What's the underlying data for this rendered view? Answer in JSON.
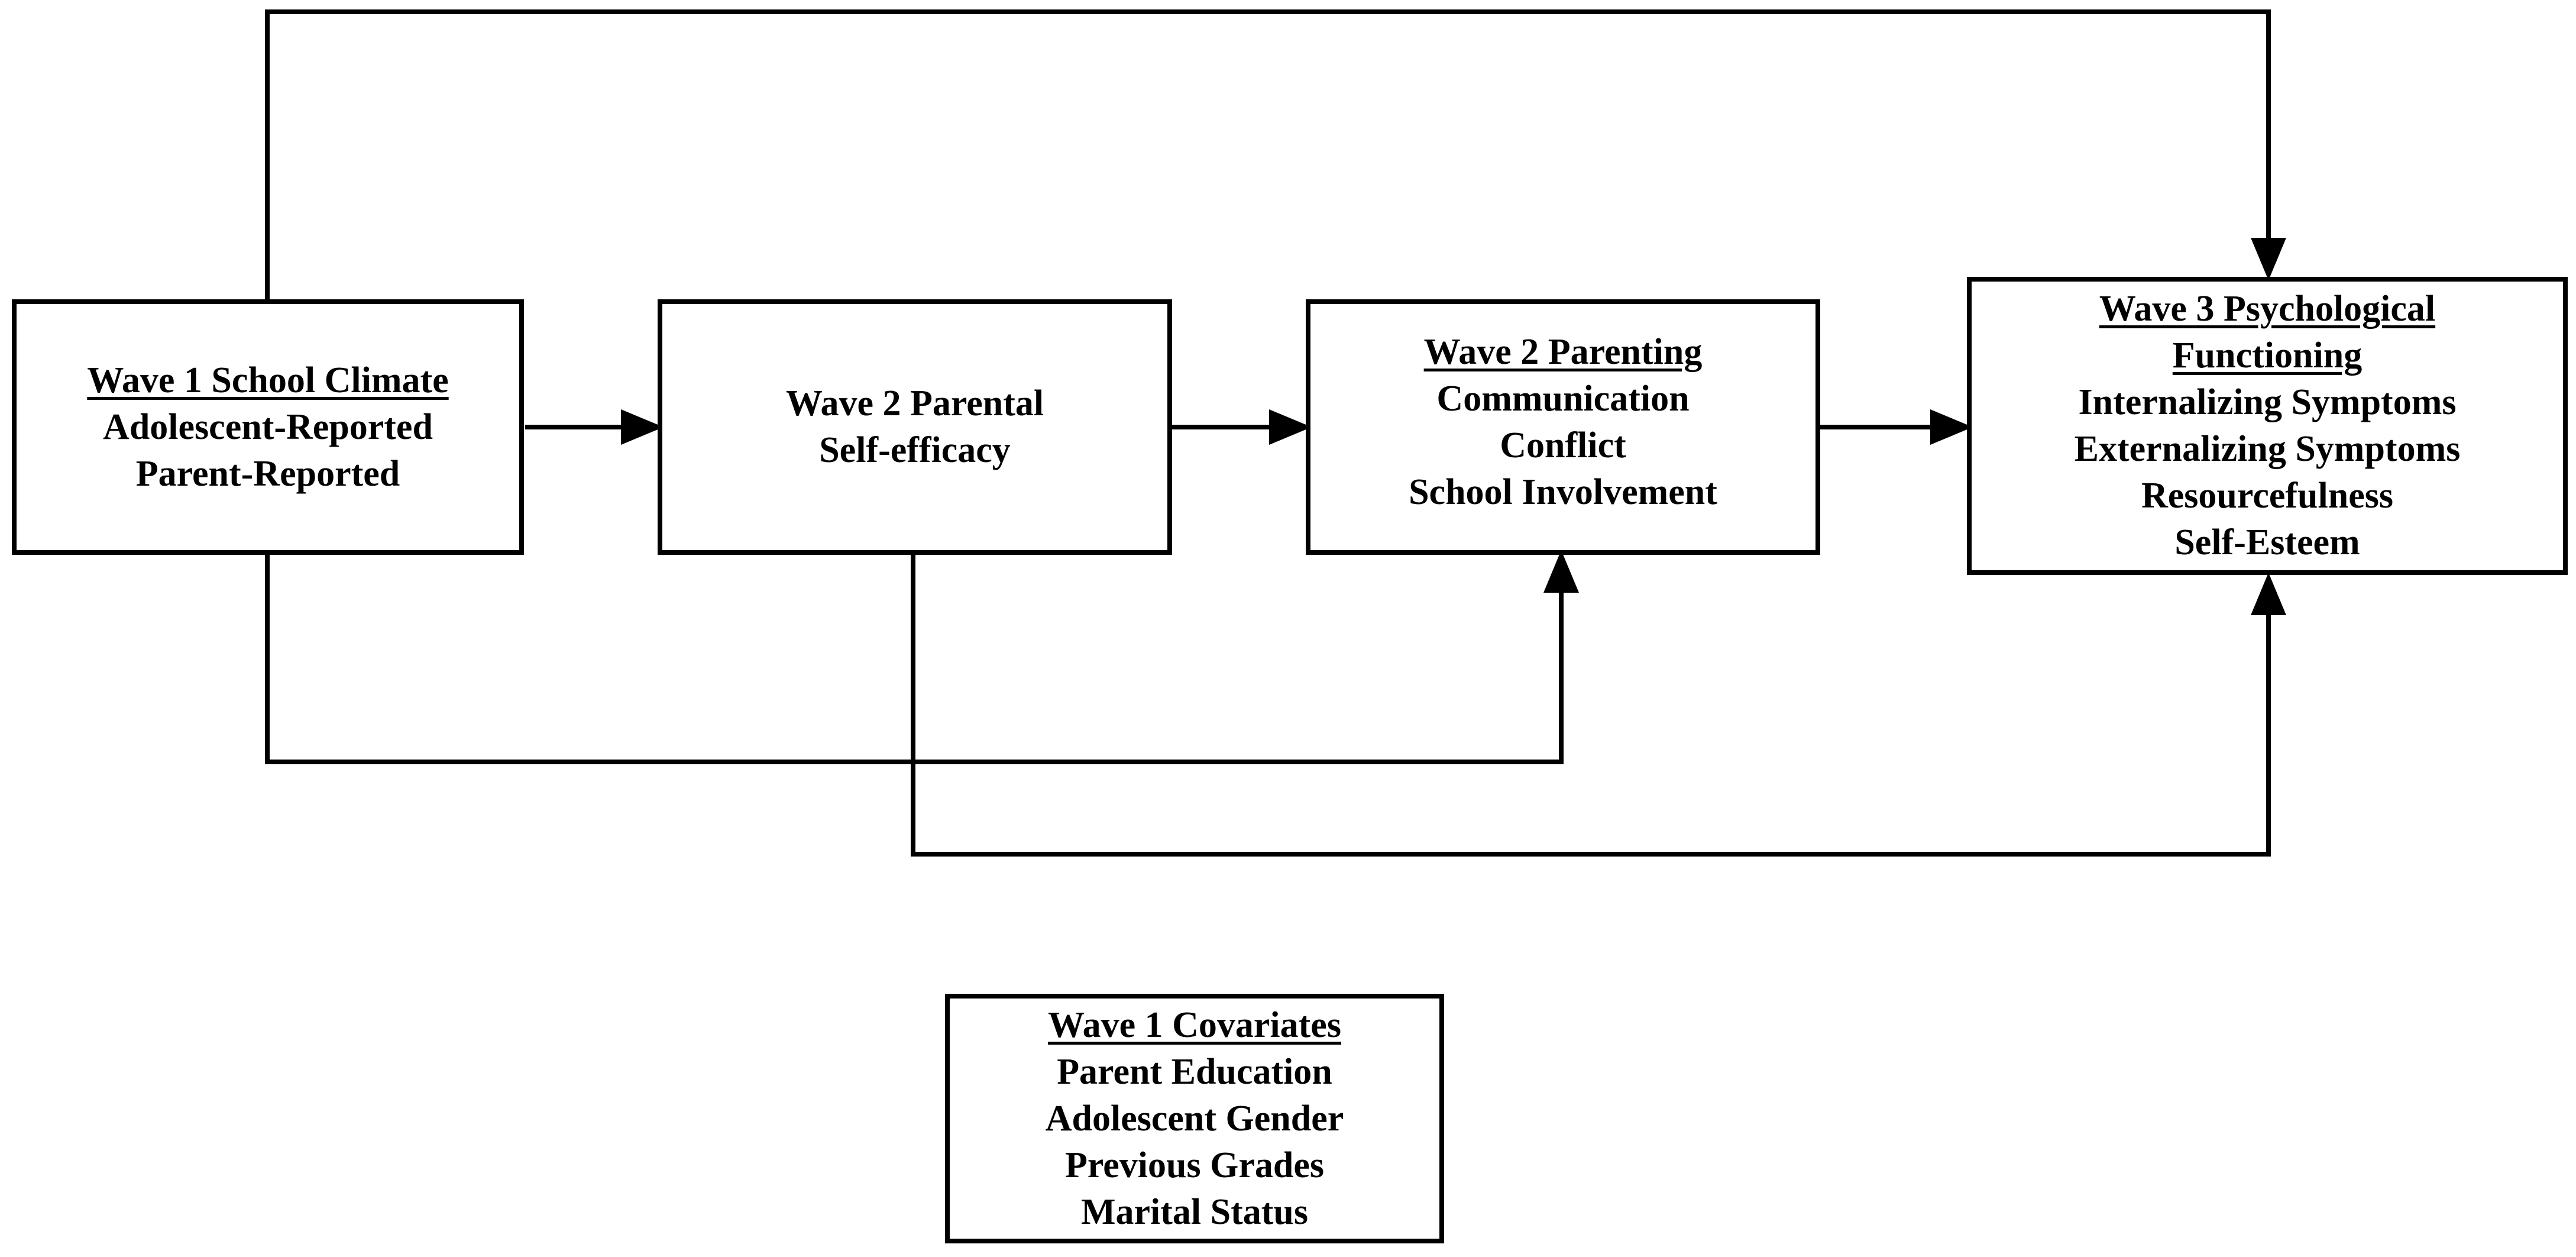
{
  "diagram": {
    "boxes": {
      "school_climate": {
        "heading": "Wave 1 School Climate",
        "lines": [
          "Adolescent-Reported",
          "Parent-Reported"
        ]
      },
      "parental_self_efficacy": {
        "heading": "",
        "lines": [
          "Wave 2 Parental",
          "Self-efficacy"
        ]
      },
      "parenting": {
        "heading": "Wave 2 Parenting",
        "lines": [
          "Communication",
          "Conflict",
          "School Involvement"
        ]
      },
      "psychological_functioning": {
        "heading_lines": [
          "Wave 3 Psychological",
          "Functioning"
        ],
        "lines": [
          "Internalizing Symptoms",
          "Externalizing Symptoms",
          "Resourcefulness",
          "Self-Esteem"
        ]
      },
      "covariates": {
        "heading": "Wave 1 Covariates",
        "lines": [
          "Parent Education",
          "Adolescent Gender",
          "Previous Grades",
          "Marital Status"
        ]
      }
    },
    "paths": [
      {
        "from": "Wave 1 School Climate",
        "to": "Wave 2 Parental Self-efficacy"
      },
      {
        "from": "Wave 2 Parental Self-efficacy",
        "to": "Wave 2 Parenting"
      },
      {
        "from": "Wave 2 Parenting",
        "to": "Wave 3 Psychological Functioning"
      },
      {
        "from": "Wave 1 School Climate",
        "to": "Wave 3 Psychological Functioning"
      },
      {
        "from": "Wave 1 School Climate",
        "to": "Wave 2 Parenting"
      },
      {
        "from": "Wave 2 Parental Self-efficacy",
        "to": "Wave 3 Psychological Functioning"
      }
    ]
  }
}
